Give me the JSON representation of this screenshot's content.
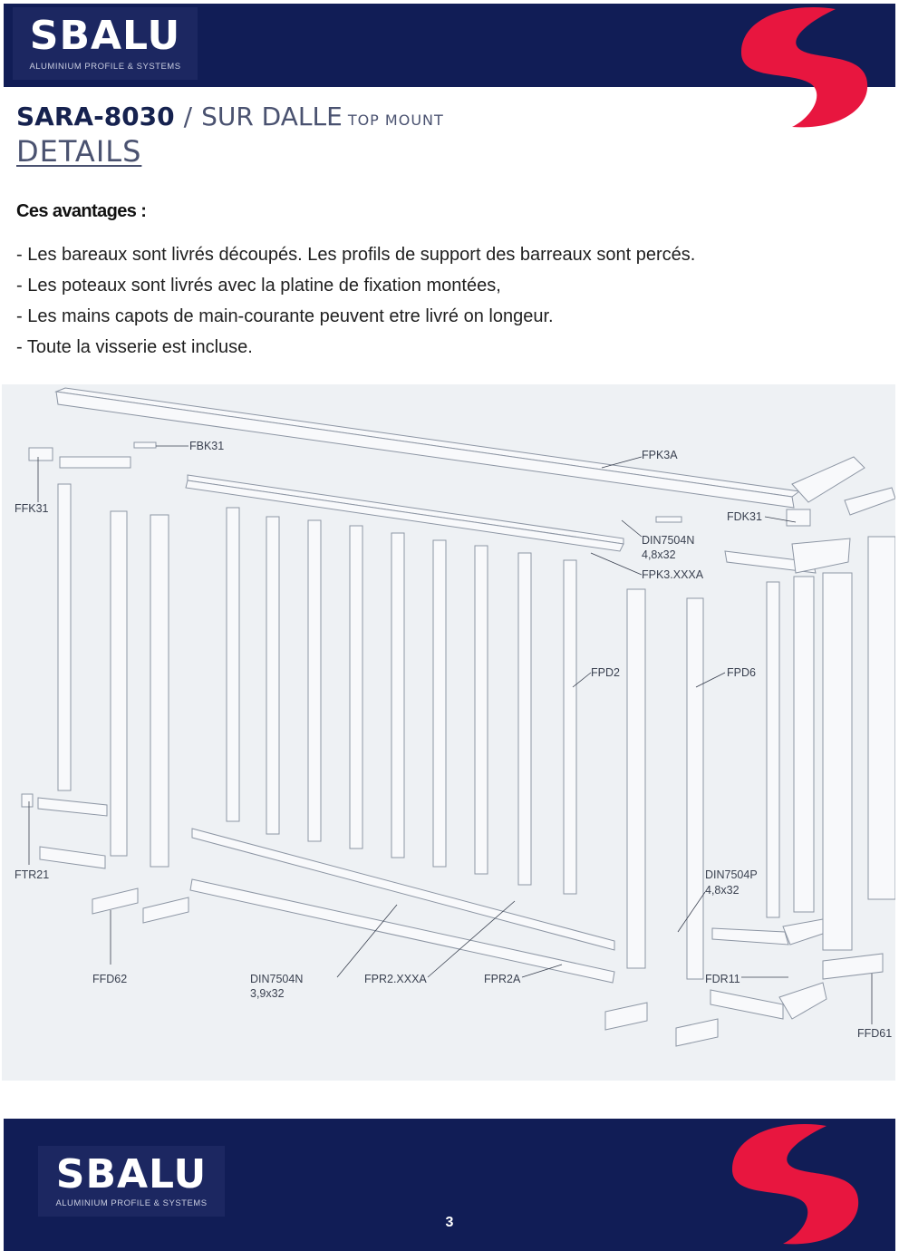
{
  "brand": {
    "name": "SBALU",
    "tagline": "ALUMINIUM PROFILE & SYSTEMS",
    "colors": {
      "navy": "#111d56",
      "logo_box": "#1c2761",
      "accent_red": "#e8163f"
    }
  },
  "title": {
    "model": "SARA-8030",
    "separator": "/",
    "subtitle": "SUR DALLE",
    "subtitle_en": "TOP MOUNT",
    "section": "DETAILS"
  },
  "advantages": {
    "heading": "Ces avantages :",
    "items": [
      "- Les bareaux sont livrés découpés. Les profils de support des barreaux sont percés.",
      "- Les poteaux sont livrés avec la platine de fixation montées,",
      "- Les mains capots de main-courante peuvent etre livré on longeur.",
      "- Toute la visserie est incluse."
    ]
  },
  "diagram": {
    "labels": {
      "fbk31": "FBK31",
      "fpk3a": "FPK3A",
      "ffk31": "FFK31",
      "fdk31": "FDK31",
      "din7504n_top": "DIN7504N",
      "din7504n_top_size": "4,8x32",
      "fpk3_xxxa": "FPK3.XXXA",
      "fpd2": "FPD2",
      "fpd6": "FPD6",
      "ftr21": "FTR21",
      "din7504p": "DIN7504P",
      "din7504p_size": "4,8x32",
      "ffd62": "FFD62",
      "din7504n_bottom": "DIN7504N",
      "din7504n_bottom_size": "3,9x32",
      "fpr2_xxxa": "FPR2.XXXA",
      "fpr2a": "FPR2A",
      "fdr11": "FDR11",
      "ffd61": "FFD61"
    }
  },
  "footer": {
    "page_number": "3"
  }
}
